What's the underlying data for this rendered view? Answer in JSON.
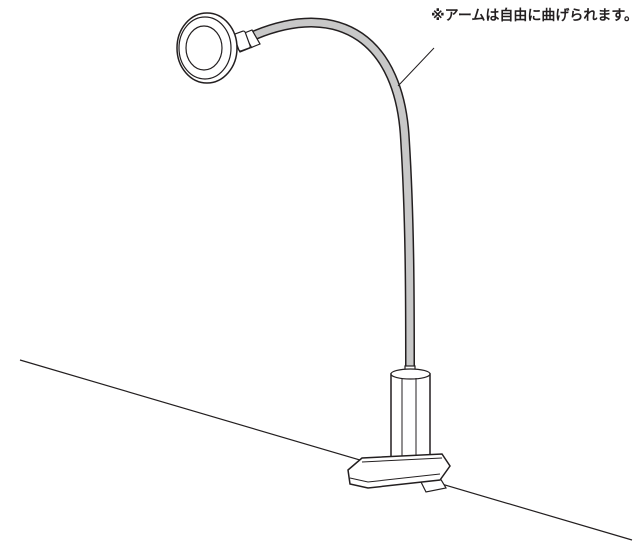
{
  "annotation": {
    "text": "※アームは自由に曲げられます。"
  },
  "style": {
    "line_color": "#231f20",
    "arm_fill": "#c8c8c8",
    "background": "#ffffff"
  },
  "icons": {
    "lamp": "clip-on-flexible-arm-lamp",
    "leader": "leader-line"
  }
}
